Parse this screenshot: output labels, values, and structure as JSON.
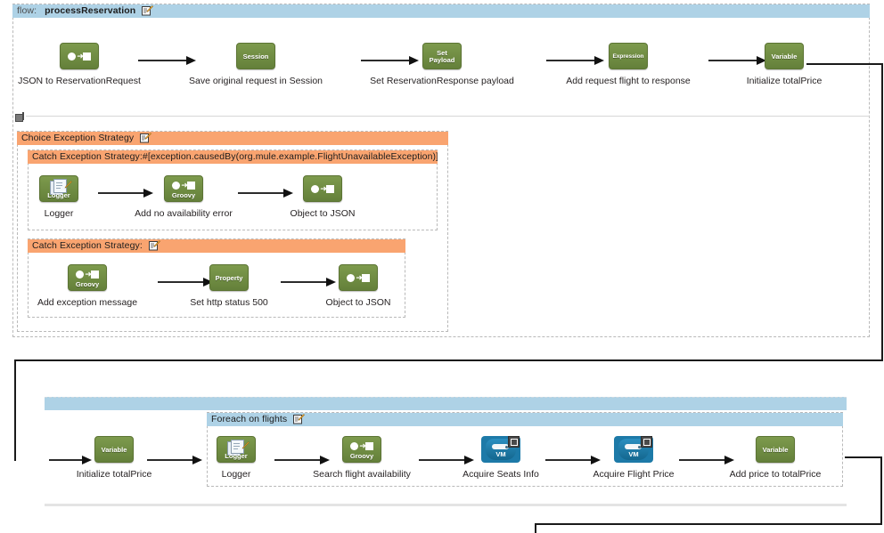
{
  "app": {
    "kind": "mule-flow-canvas",
    "colors": {
      "flow_header": "#aed2e6",
      "exception_header": "#f9a470",
      "component_green": "#6f8b42",
      "component_blue": "#1d7aa8",
      "canvas": "#ffffff",
      "connector": "#1a1a1a"
    }
  },
  "flow": {
    "prefix": "flow:",
    "name": "processReservation",
    "edit_icon": "pencil-edit-icon"
  },
  "main_flow": {
    "nodes": [
      {
        "id": "json-to-reservationrequest",
        "label": "JSON to ReservationRequest",
        "icon": "transform-icon",
        "icon_caption": "",
        "style": "green"
      },
      {
        "id": "save-original-request-in-session",
        "label": "Save original request in Session",
        "icon": "session-variable-icon",
        "icon_caption": "Session",
        "style": "green"
      },
      {
        "id": "set-reservationresponse-payload",
        "label": "Set ReservationResponse payload",
        "icon": "set-payload-icon",
        "icon_caption": "Set\nPayload",
        "caption_line1": "Set",
        "caption_line2": "Payload",
        "style": "green"
      },
      {
        "id": "add-request-flight-to-response",
        "label": "Add request flight to response",
        "icon": "expression-icon",
        "icon_caption": "Expression",
        "style": "green"
      },
      {
        "id": "initialize-totalprice",
        "label": "Initialize totalPrice",
        "icon": "variable-icon",
        "icon_caption": "Variable",
        "style": "green"
      }
    ]
  },
  "exception_strategies": {
    "choice": {
      "title": "Choice Exception Strategy",
      "edit_icon": "pencil-edit-icon"
    },
    "catches": [
      {
        "title": "Catch Exception Strategy:#[exception.causedBy(org.mule.example.FlightUnavailableException)]",
        "edit_icon": "pencil-edit-icon",
        "nodes": [
          {
            "id": "logger",
            "label": "Logger",
            "icon": "logger-icon",
            "icon_caption": "Logger",
            "style": "green"
          },
          {
            "id": "add-no-availability-error",
            "label": "Add no availability error",
            "icon": "groovy-transform-icon",
            "icon_caption": "Groovy",
            "style": "green"
          },
          {
            "id": "object-to-json-1",
            "label": "Object to JSON",
            "icon": "transform-icon",
            "icon_caption": "",
            "style": "green"
          }
        ]
      },
      {
        "title": "Catch Exception Strategy:",
        "edit_icon": "pencil-edit-icon",
        "nodes": [
          {
            "id": "add-exception-message",
            "label": "Add exception message",
            "icon": "groovy-transform-icon",
            "icon_caption": "Groovy",
            "style": "green"
          },
          {
            "id": "set-http-status-500",
            "label": "Set http status 500",
            "icon": "property-icon",
            "icon_caption": "Property",
            "style": "green"
          },
          {
            "id": "object-to-json-2",
            "label": "Object to JSON",
            "icon": "transform-icon",
            "icon_caption": "",
            "style": "green"
          }
        ]
      }
    ]
  },
  "second_row": {
    "continued_node": {
      "id": "initialize-totalprice-2",
      "label": "Initialize totalPrice",
      "icon": "variable-icon",
      "icon_caption": "Variable",
      "style": "green"
    },
    "scope": {
      "title": "Foreach on flights",
      "edit_icon": "pencil-edit-icon",
      "nodes": [
        {
          "id": "logger-2",
          "label": "Logger",
          "icon": "logger-icon",
          "icon_caption": "Logger",
          "style": "green"
        },
        {
          "id": "search-flight-availability",
          "label": "Search flight availability",
          "icon": "groovy-transform-icon",
          "icon_caption": "Groovy",
          "style": "green"
        },
        {
          "id": "acquire-seats-info",
          "label": "Acquire Seats Info",
          "icon": "vm-endpoint-icon",
          "icon_caption": "VM",
          "style": "blue"
        },
        {
          "id": "acquire-flight-price",
          "label": "Acquire Flight Price",
          "icon": "vm-endpoint-icon",
          "icon_caption": "VM",
          "style": "blue"
        },
        {
          "id": "add-price-to-totalprice",
          "label": "Add price to totalPrice",
          "icon": "variable-icon",
          "icon_caption": "Variable",
          "style": "green"
        }
      ]
    }
  },
  "controls": {
    "collapse_toggle": "collapse-toggle-icon"
  }
}
